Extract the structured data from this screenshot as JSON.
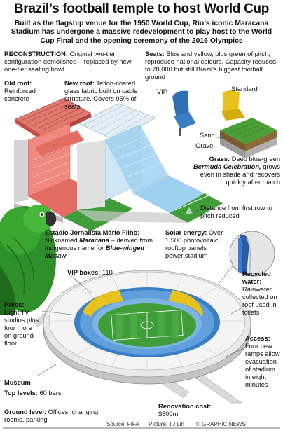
{
  "header": {
    "title": "Brazil’s football temple to host World Cup",
    "subtitle": "Built as the flagship venue for the 1950 World Cup, Rio’s iconic Maracana Stadium has undergone a massive redevelopment to play host to the World Cup Final and the opening ceremony of the 2016 Olympics"
  },
  "callouts": {
    "reconstruction": {
      "label": "RECONSTRUCTION:",
      "text": "Original two-tier configuration demolished – replaced by new one-tier seating bowl"
    },
    "seats": {
      "label": "Seats:",
      "text": "Blue and yellow, plus green of pitch, reproduce national colours. Capacity reduced to 78,000 but still Brazil’s biggest football ground"
    },
    "old_roof": {
      "label": "Old roof:",
      "text": "Reinforced concrete"
    },
    "new_roof": {
      "label": "New roof:",
      "text": "Teflon-coated glass fabric built on cable structure. Covers 95% of seats"
    },
    "vip": "VIP",
    "standard": "Standard",
    "sand": "Sand",
    "gravel": "Gravel",
    "grass": {
      "label": "Grass:",
      "text1": "Deep blue-green",
      "italic": "Bermuda Celebration,",
      "text2": "grows even in shade and recovers quickly after match"
    },
    "distance": "Distance from first row to pitch reduced",
    "estadio": {
      "label": "Estádio Jornalista Mário Filho:",
      "text1": "Nicknamed",
      "italic1": "Maracana",
      "text2": "– derived from indigenous name for",
      "italic2": "Blue-winged Macaw"
    },
    "solar": {
      "label": "Solar energy:",
      "text": "Over 1,500 photovoltaic rooftop panels power stadium"
    },
    "vip_boxes": {
      "label": "VIP boxes:",
      "text": "110"
    },
    "press": {
      "label": "Press:",
      "text": "Eight TV studios plus four more on ground floor"
    },
    "recycled": {
      "label": "Recycled water:",
      "text": "Rainwater collected on roof used in toilets"
    },
    "access": {
      "label": "Access:",
      "text": "Four new ramps allow evacuation of stadium in eight minutes"
    },
    "museum": {
      "label": "Museum"
    },
    "top_levels": {
      "label": "Top levels:",
      "text": "60 bars"
    },
    "ground_level": {
      "label": "Ground level:",
      "text": "Offices, changing rooms, parking"
    },
    "renovation": {
      "label": "Renovation cost:",
      "text": "$500m"
    }
  },
  "footer": {
    "source": "Source: FIFA",
    "picture": "Picture: TJ Lin",
    "credit": "© GRAPHIC NEWS"
  },
  "colors": {
    "roof_old": "#d9625a",
    "seat_blue": "#3a7fc4",
    "seat_yellow": "#e8c21c",
    "pitch": "#3f9e3a",
    "macaw_green": "#2f8f2a"
  }
}
